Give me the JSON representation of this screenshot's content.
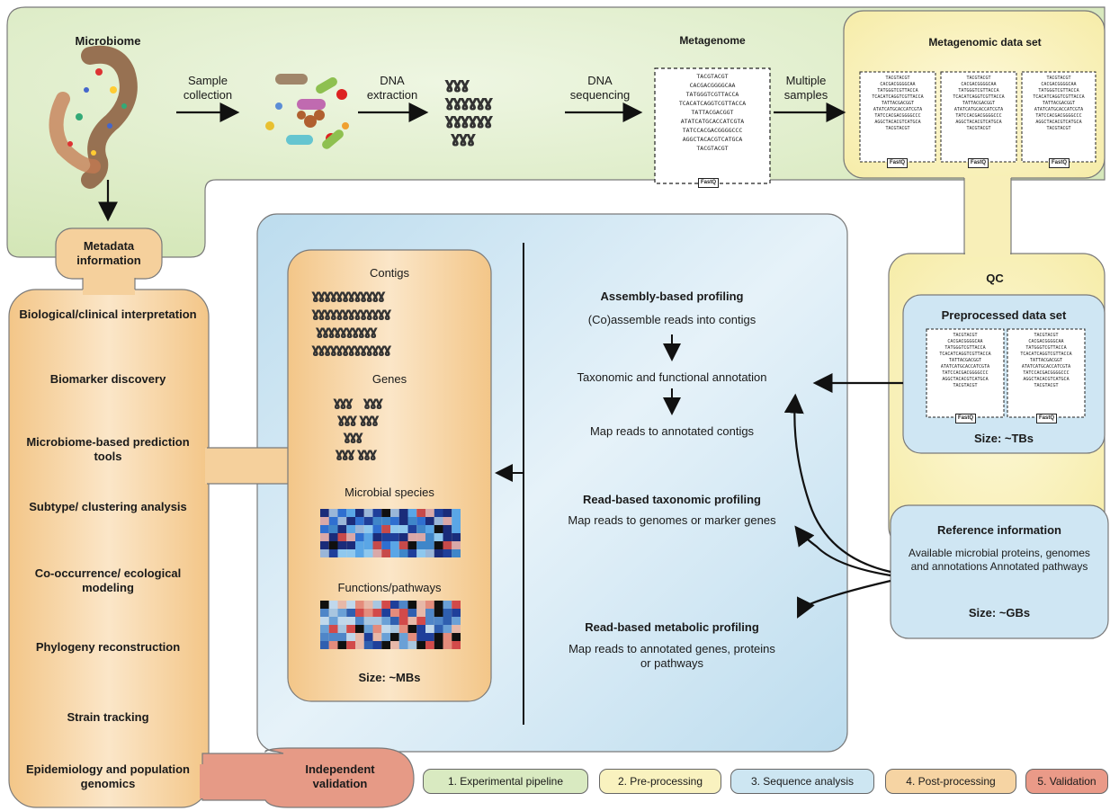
{
  "top": {
    "microbiome": "Microbiome",
    "sample_collection": "Sample collection",
    "dna_extraction": "DNA extraction",
    "dna_sequencing": "DNA sequencing",
    "metagenome": "Metagenome",
    "multiple_samples": "Multiple samples",
    "metagenomic_data_set": "Metagenomic data set",
    "fastq": "FastQ"
  },
  "metagenome_reads": [
    "TACGTACGT",
    "CACGACGGGGCAA",
    "TATGGGTCGTTACCA",
    "TCACATCAGGTCGTTACCA",
    "TATTACGACGGT",
    "ATATCATGCACCATCGTA",
    "TATCCACGACGGGGCCC",
    "AGGCTACACGTCATGCA",
    "TACGTACGT"
  ],
  "metadata": "Metadata information",
  "qc": "QC",
  "preprocessed_data_set": "Preprocessed data set",
  "size_tbs": "Size: ~TBs",
  "left_panel": [
    "Biological/clinical interpretation",
    "Biomarker discovery",
    "Microbiome-based prediction tools",
    "Subtype/ clustering analysis",
    "Co-occurrence/ ecological modeling",
    "Phylogeny reconstruction",
    "Strain tracking",
    "Epidemiology and population genomics"
  ],
  "independent_validation": "Independent validation",
  "post": {
    "contigs": "Contigs",
    "genes": "Genes",
    "species": "Microbial species",
    "functions": "Functions/pathways",
    "size_mbs": "Size: ~MBs"
  },
  "analysis": {
    "assembly_title": "Assembly-based profiling",
    "assembly_step1": "(Co)assemble reads into contigs",
    "assembly_step2": "Taxonomic and functional annotation",
    "assembly_step3": "Map reads to annotated contigs",
    "taxo_title": "Read-based taxonomic profiling",
    "taxo_desc": "Map reads to genomes or marker genes",
    "meta_title": "Read-based metabolic profiling",
    "meta_desc": "Map reads to annotated genes, proteins or pathways"
  },
  "reference": {
    "title": "Reference information",
    "desc": "Available microbial proteins, genomes and annotations Annotated pathways",
    "size": "Size: ~GBs"
  },
  "legend": [
    {
      "label": "1. Experimental pipeline",
      "color": "#d9eac1"
    },
    {
      "label": "2. Pre-processing",
      "color": "#f9f2bf"
    },
    {
      "label": "3. Sequence analysis",
      "color": "#cde6f2"
    },
    {
      "label": "4. Post-processing",
      "color": "#f6d4a3"
    },
    {
      "label": "5. Validation",
      "color": "#ea9a88"
    }
  ],
  "colors": {
    "experimental": "#d7e8bd",
    "preprocessing": "#f8efb8",
    "analysis": "#cfe6f3",
    "postprocessing": "#f5d09c",
    "validation": "#e69a86"
  }
}
